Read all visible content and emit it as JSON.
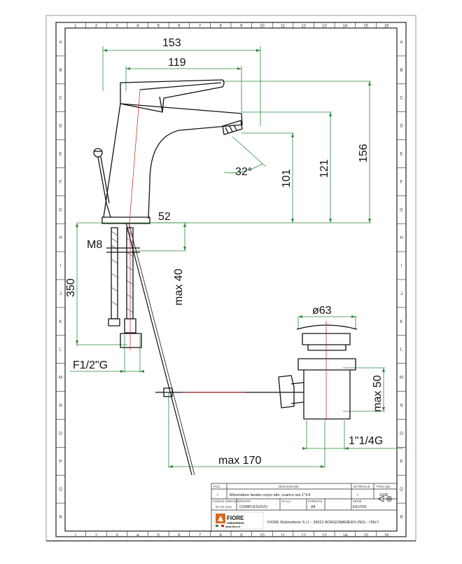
{
  "drawing": {
    "dimensions": {
      "d153": "153",
      "d119": "119",
      "d156": "156",
      "d121": "121",
      "d101": "101",
      "d32": "32°",
      "d52": "52",
      "m8": "M8",
      "max40": "max 40",
      "d350": "350",
      "phi63": "ø63",
      "max50": "max 50",
      "f12g": "F1/2\"G",
      "d114g": "1\"1/4G",
      "max170": "max 170"
    },
    "grid": {
      "columns": [
        "1",
        "2",
        "3",
        "4",
        "5",
        "6",
        "7",
        "8",
        "9",
        "10",
        "11",
        "12",
        "13",
        "14",
        "15",
        "16"
      ],
      "rows": [
        "A",
        "B",
        "C",
        "D",
        "E",
        "F",
        "G",
        "H",
        "I",
        "J",
        "K",
        "L",
        "M",
        "N",
        "O",
        "P",
        "Q",
        "R"
      ]
    },
    "title_block": {
      "pos_label": "POS.",
      "pos_value": "/",
      "descrizione_label": "DESCRIZIONE",
      "descrizione_value": "Miscelatore lavabo corpo alto, scarico aut 1\"1/4",
      "materiale_label": "MATERIALE",
      "materiale_value": "/",
      "peso_label": "PESO (gr)",
      "peso_value": "1638",
      "codice_label": "CODICE DISEGNO",
      "codice_value": "B1 CR 8123",
      "gruppo_label": "GRUPPO",
      "gruppo_value": "COMPLESSIVO",
      "scala_label": "SCALA",
      "formato_label": "FORMATO",
      "formato_value": "A4",
      "serie_label": "SERIE",
      "serie_value": "KEVON",
      "logo_text": "FIORE",
      "logo_sub": "rubinetterie",
      "logo_url": "www.fiore.it",
      "company": "FIORE Rubinetterie S.r.l. - 28021 BORGOMANERO (NO) - ITALY"
    }
  }
}
